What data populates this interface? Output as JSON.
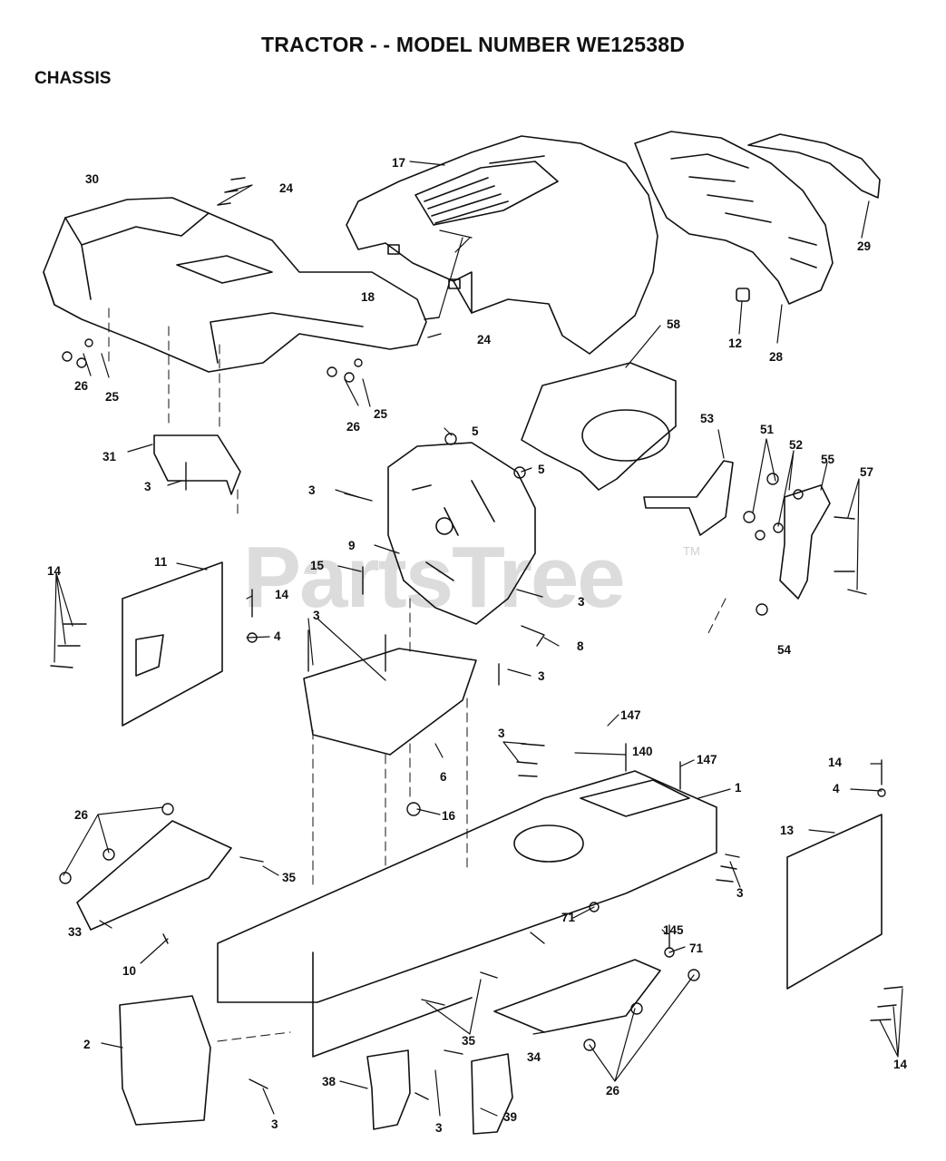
{
  "header": {
    "title": "TRACTOR - - MODEL NUMBER WE12538D",
    "section": "CHASSIS"
  },
  "watermark": {
    "text": "PartsTree",
    "tm": "TM"
  },
  "callouts": {
    "c30": "30",
    "c24a": "24",
    "c17": "17",
    "c18": "18",
    "c29": "29",
    "c25a": "25",
    "c26a": "26",
    "c24b": "24",
    "c26b": "26",
    "c25b": "25",
    "c12": "12",
    "c28": "28",
    "c58": "58",
    "c31": "31",
    "c3a": "3",
    "c5a": "5",
    "c5b": "5",
    "c3b": "3",
    "c53": "53",
    "c51": "51",
    "c52": "52",
    "c55": "55",
    "c57": "57",
    "c9": "9",
    "c15": "15",
    "c3c": "3",
    "c11": "11",
    "c14a": "14",
    "c14b": "14",
    "c4a": "4",
    "c3d": "3",
    "c8": "8",
    "c3e": "3",
    "c54": "54",
    "c147a": "147",
    "c3f": "3",
    "c140": "140",
    "c147b": "147",
    "c6": "6",
    "c1": "1",
    "c14c": "14",
    "c4b": "4",
    "c16": "16",
    "c26c": "26",
    "c13": "13",
    "c35a": "35",
    "c3g": "3",
    "c71a": "71",
    "c145": "145",
    "c71b": "71",
    "c33": "33",
    "c10": "10",
    "c2": "2",
    "c35b": "35",
    "c34": "34",
    "c26d": "26",
    "c14d": "14",
    "c38": "38",
    "c39": "39",
    "c3h": "3",
    "c3i": "3"
  }
}
